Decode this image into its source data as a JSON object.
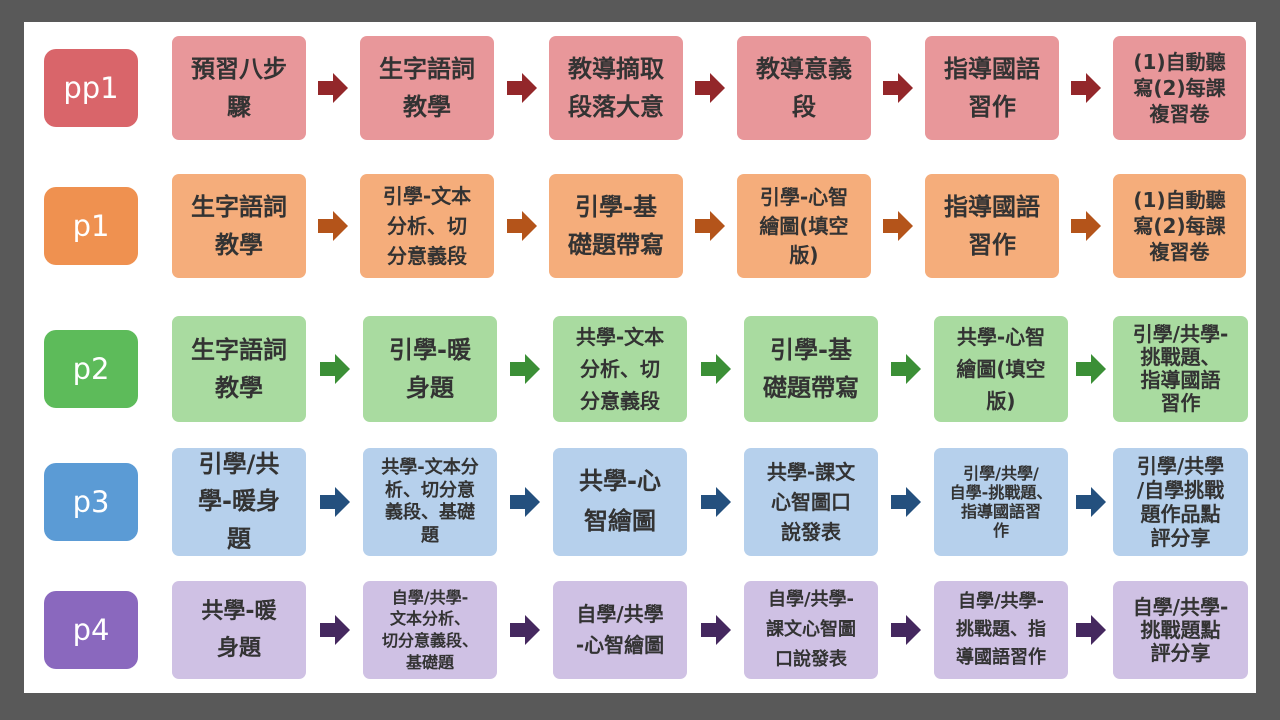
{
  "theme": {
    "outer_background": "#595959",
    "slide_background": "#ffffff"
  },
  "rows": [
    {
      "label": "pp1",
      "colors": {
        "label": "#d9656a",
        "box": "#e8979a",
        "arrow": "#93272a"
      },
      "steps": [
        "預習八步\n驟",
        "生字語詞\n教學",
        "教導摘取\n段落大意",
        "教導意義\n段",
        "指導國語\n習作",
        "(1)自動聽\n寫(2)每課\n複習卷"
      ]
    },
    {
      "label": "p1",
      "colors": {
        "label": "#ef9150",
        "box": "#f5ad7b",
        "arrow": "#b4541a"
      },
      "steps": [
        "生字語詞\n教學",
        "引學-文本\n分析、切\n分意義段",
        "引學-基\n礎題帶寫",
        "引學-心智\n繪圖(填空\n版)",
        "指導國語\n習作",
        "(1)自動聽\n寫(2)每課\n複習卷"
      ]
    },
    {
      "label": "p2",
      "colors": {
        "label": "#5dbb5a",
        "box": "#a9dba0",
        "arrow": "#3b8f36"
      },
      "steps": [
        "生字語詞\n教學",
        "引學-暖\n身題",
        "共學-文本\n分析、切\n分意義段",
        "引學-基\n礎題帶寫",
        "共學-心智\n繪圖(填空\n版)",
        "引學/共學-\n挑戰題、\n指導國語\n習作"
      ]
    },
    {
      "label": "p3",
      "colors": {
        "label": "#5b9bd5",
        "box": "#b6d0ec",
        "arrow": "#24507e"
      },
      "steps": [
        "引學/共\n學-暖身\n題",
        "共學-文本分\n析、切分意\n義段、基礎\n題",
        "共學-心\n智繪圖",
        "共學-課文\n心智圖口\n說發表",
        "引學/共學/\n自學-挑戰題、\n指導國語習\n作",
        "引學/共學\n/自學挑戰\n題作品點\n評分享"
      ]
    },
    {
      "label": "p4",
      "colors": {
        "label": "#8a68be",
        "box": "#cfc1e4",
        "arrow": "#45285f"
      },
      "steps": [
        "共學-暖\n身題",
        "自學/共學-\n文本分析、\n切分意義段、\n基礎題",
        "自學/共學\n-心智繪圖",
        "自學/共學-\n課文心智圖\n口說發表",
        "自學/共學-\n挑戰題、指\n導國語習作",
        "自學/共學-\n挑戰題點\n評分享"
      ]
    }
  ]
}
